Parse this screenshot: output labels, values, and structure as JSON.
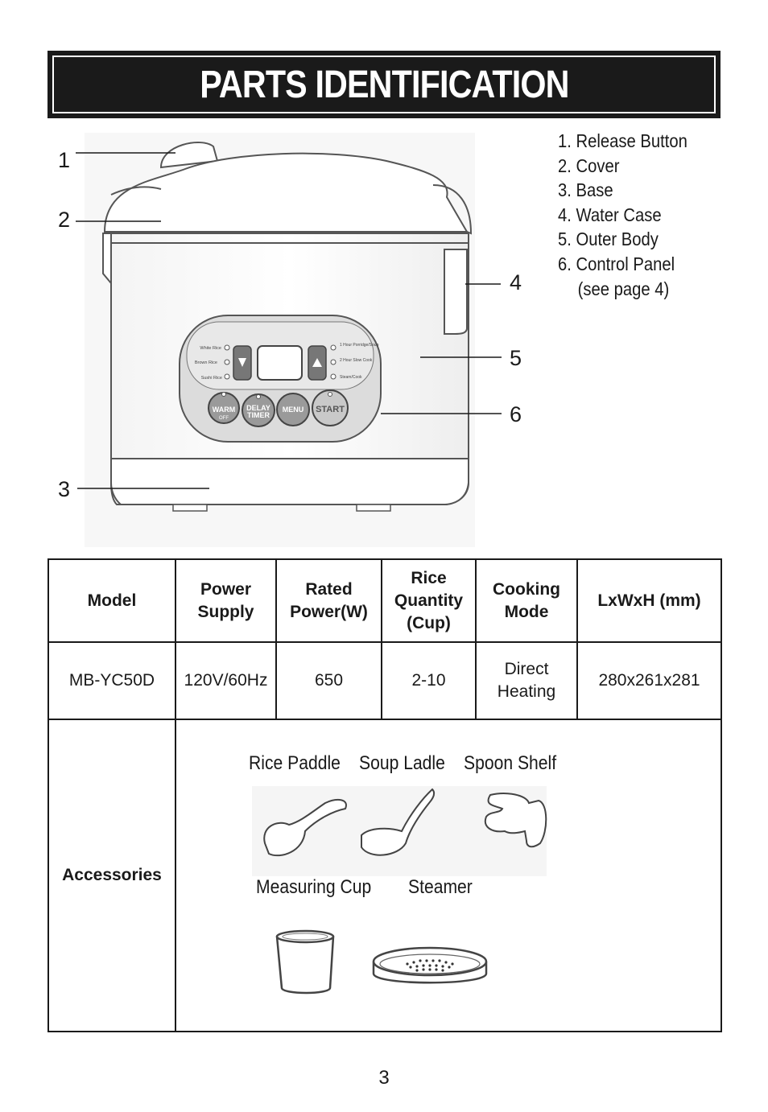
{
  "title": "PARTS IDENTIFICATION",
  "callouts": [
    "1",
    "2",
    "3",
    "4",
    "5",
    "6"
  ],
  "panel_labels": {
    "left": [
      "White Rice",
      "Brown Rice",
      "Sushi Rice"
    ],
    "right": [
      "1 Hour Porridge/Soup",
      "2 Hour Slow Cook",
      "Steam/Cook"
    ],
    "buttons": [
      "WARM",
      "OFF",
      "DELAY",
      "TIMER",
      "MENU",
      "START"
    ]
  },
  "parts_list": [
    "1. Release Button",
    "2. Cover",
    "3. Base",
    "4. Water Case",
    "5. Outer Body",
    "6. Control Panel",
    "(see page 4)"
  ],
  "table": {
    "headers": [
      "Model",
      "Power Supply",
      "Rated Power(W)",
      "Rice Quantity (Cup)",
      "Cooking Mode",
      "LxWxH (mm)"
    ],
    "values": [
      "MB-YC50D",
      "120V/60Hz",
      "650",
      "2-10",
      "Direct Heating",
      "280x261x281"
    ],
    "accessories_label": "Accessories",
    "accessories": [
      "Rice Paddle",
      "Soup Ladle",
      "Spoon Shelf",
      "Measuring Cup",
      "Steamer"
    ]
  },
  "page_number": "3"
}
